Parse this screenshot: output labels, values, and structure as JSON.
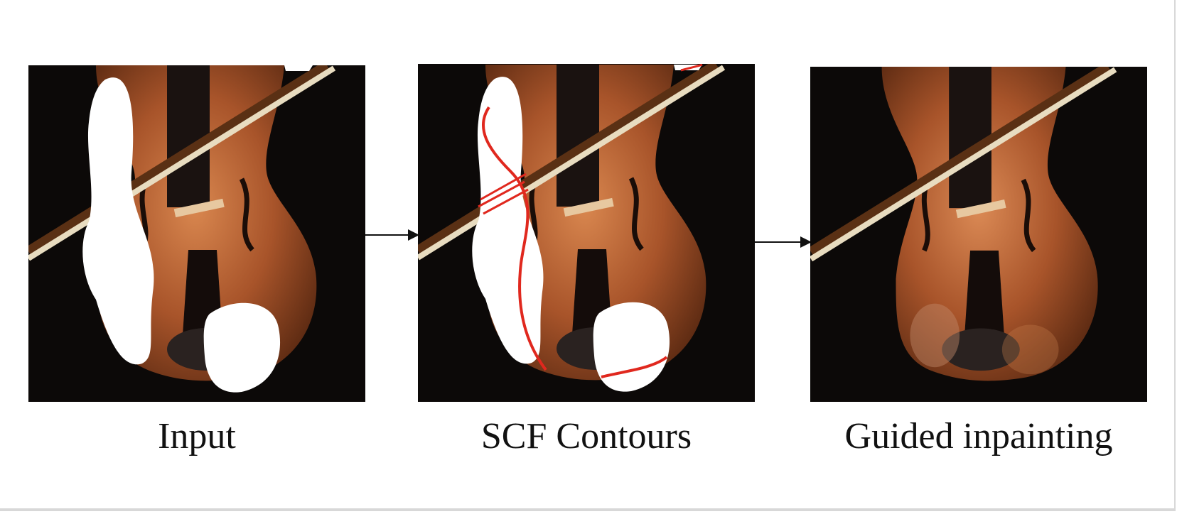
{
  "figure": {
    "panels": [
      {
        "caption": "Input",
        "content": "violin image with white inpainting masks"
      },
      {
        "caption": "SCF Contours",
        "content": "masked violin image with red predicted contours"
      },
      {
        "caption": "Guided inpainting",
        "content": "inpainted violin image"
      }
    ],
    "colors": {
      "background": "#0c0908",
      "violin_wood": "#a8542a",
      "mask": "#ffffff",
      "contour": "#e0281e",
      "bow_stick": "#5a3014",
      "bow_hair": "#e8dcc0"
    }
  }
}
